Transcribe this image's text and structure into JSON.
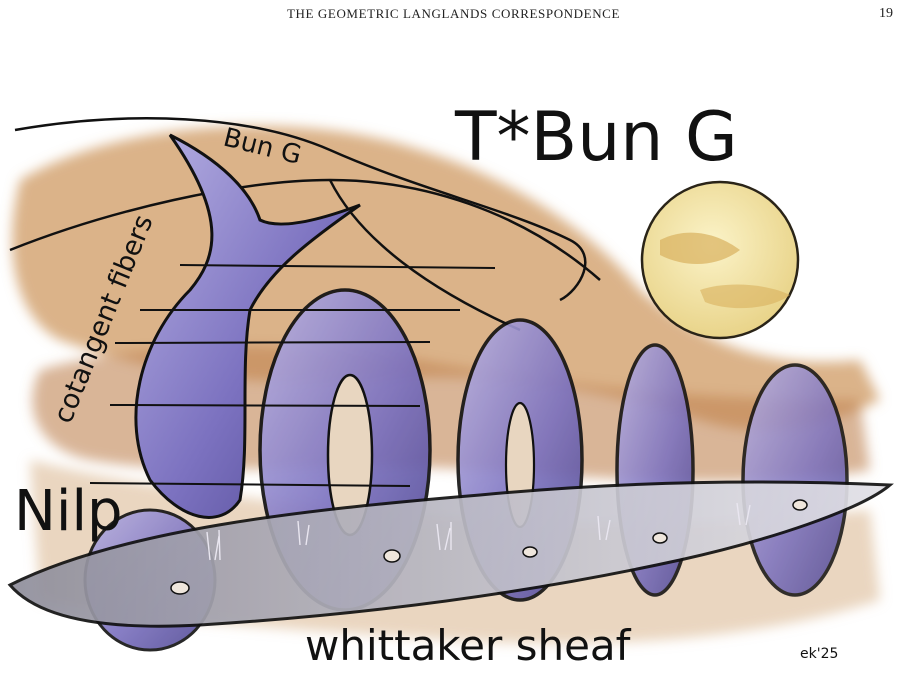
{
  "header": {
    "running_title": "THE GEOMETRIC LANGLANDS CORRESPONDENCE",
    "page_number": "19"
  },
  "figure": {
    "labels": {
      "big_title": "T*Bun G",
      "bun_g": "Bun G",
      "cotangent_fibers": "cotangent fibers",
      "nilp": "Nilp",
      "whittaker_sheaf": "whittaker sheaf",
      "signature": "ek'25"
    },
    "colors": {
      "wash": "#c9925a",
      "wash_dark": "#a86a3c",
      "purple": "#7c72c0",
      "purple_dark": "#4d4590",
      "ink": "#111111",
      "moon": "#f2e3a6",
      "ground": "#9b9aa6"
    }
  }
}
